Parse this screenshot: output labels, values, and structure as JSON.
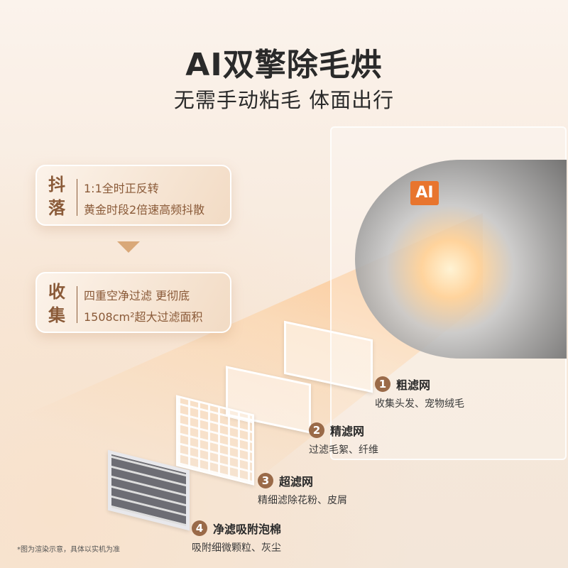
{
  "title": "AI双擎除毛烘",
  "subtitle": "无需手动粘毛 体面出行",
  "cards": [
    {
      "heading": [
        "抖",
        "落"
      ],
      "lines": [
        "1:1全时正反转",
        "黄金时段2倍速高频抖散"
      ]
    },
    {
      "heading": [
        "收",
        "集"
      ],
      "lines": [
        "四重空净过滤 更彻底",
        "1508cm²超大过滤面积"
      ]
    }
  ],
  "machine_badge": "AI",
  "filters": [
    {
      "number": "1",
      "name": "粗滤网",
      "desc": "收集头发、宠物绒毛"
    },
    {
      "number": "2",
      "name": "精滤网",
      "desc": "过滤毛絮、纤维"
    },
    {
      "number": "3",
      "name": "超滤网",
      "desc": "精细滤除花粉、皮屑"
    },
    {
      "number": "4",
      "name": "净滤吸附泡棉",
      "desc": "吸附细微颗粒、灰尘"
    }
  ],
  "note": "*图为渲染示意，具体以实机为准",
  "colors": {
    "accent": "#8a5a38",
    "badge": "#9a6a48",
    "ai_badge": "#e8752e"
  }
}
